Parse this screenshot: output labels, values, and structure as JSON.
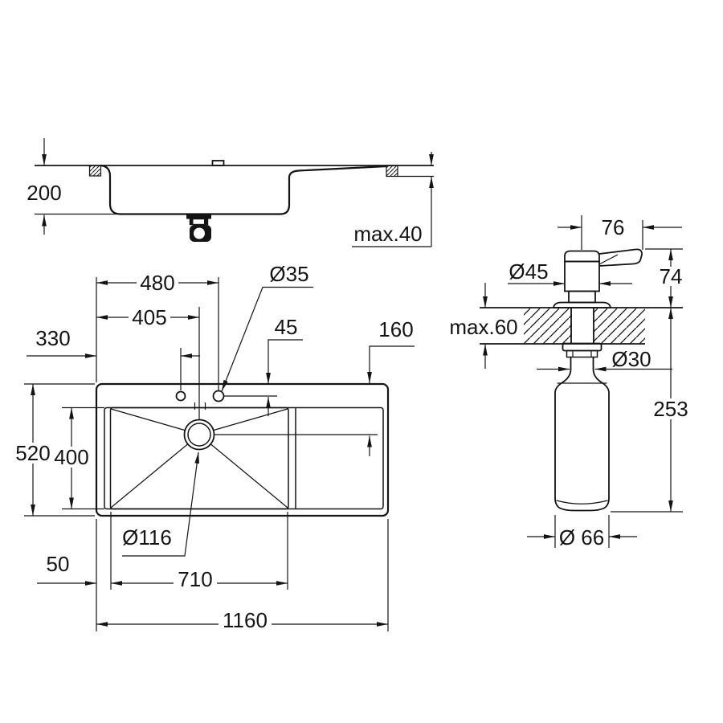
{
  "colors": {
    "background": "#ffffff",
    "line": "#141414"
  },
  "side_view": {
    "dims": {
      "depth": "200",
      "counter_thickness": "max.40"
    }
  },
  "plan_view": {
    "dims": {
      "hole2_from_left": "480",
      "drain_from_left": "405",
      "hole_diameter": "Ø35",
      "hole1_from_left": "330",
      "hole_from_front": "45",
      "drain_from_front": "160",
      "total_depth": "520",
      "bowl_depth": "400",
      "drain_diameter": "Ø116",
      "bowl_left_offset": "50",
      "bowl_width": "710",
      "total_width": "1160"
    }
  },
  "dispenser_view": {
    "dims": {
      "spout_reach": "76",
      "pump_diameter": "Ø45",
      "height_above_deck": "74",
      "deck_thickness": "max.60",
      "shaft_diameter": "Ø30",
      "height_below_deck": "253",
      "bottle_diameter": "Ø 66"
    }
  }
}
